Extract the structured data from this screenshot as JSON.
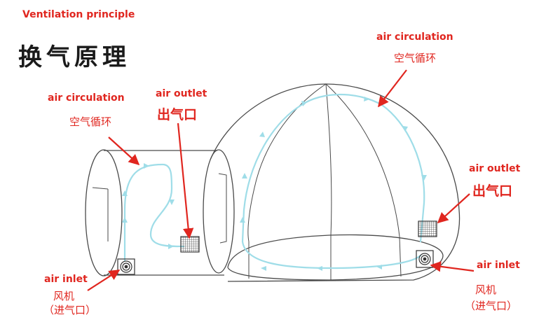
{
  "title": {
    "en": "Ventilation principle",
    "zh": "换气原理"
  },
  "labels": {
    "circulation_left": {
      "en": "air circulation",
      "zh": "空气循环"
    },
    "outlet_left": {
      "en": "air outlet",
      "zh": "出气口"
    },
    "circulation_right": {
      "en": "air circulation",
      "zh": "空气循环"
    },
    "outlet_right": {
      "en": "air outlet",
      "zh": "出气口"
    },
    "inlet_left": {
      "en": "air inlet",
      "zh1": "风机",
      "zh2": "（进气口）"
    },
    "inlet_right": {
      "en": "air inlet",
      "zh1": "风机",
      "zh2": "（进气口）"
    }
  },
  "colors": {
    "label": "#e0261f",
    "outline": "#4a4a4a",
    "arrow_flow": "#9fdde8"
  },
  "icons": [
    "fan-grille-icon",
    "outlet-vent-icon",
    "flow-arrow-icon",
    "pointer-arrow-icon"
  ]
}
